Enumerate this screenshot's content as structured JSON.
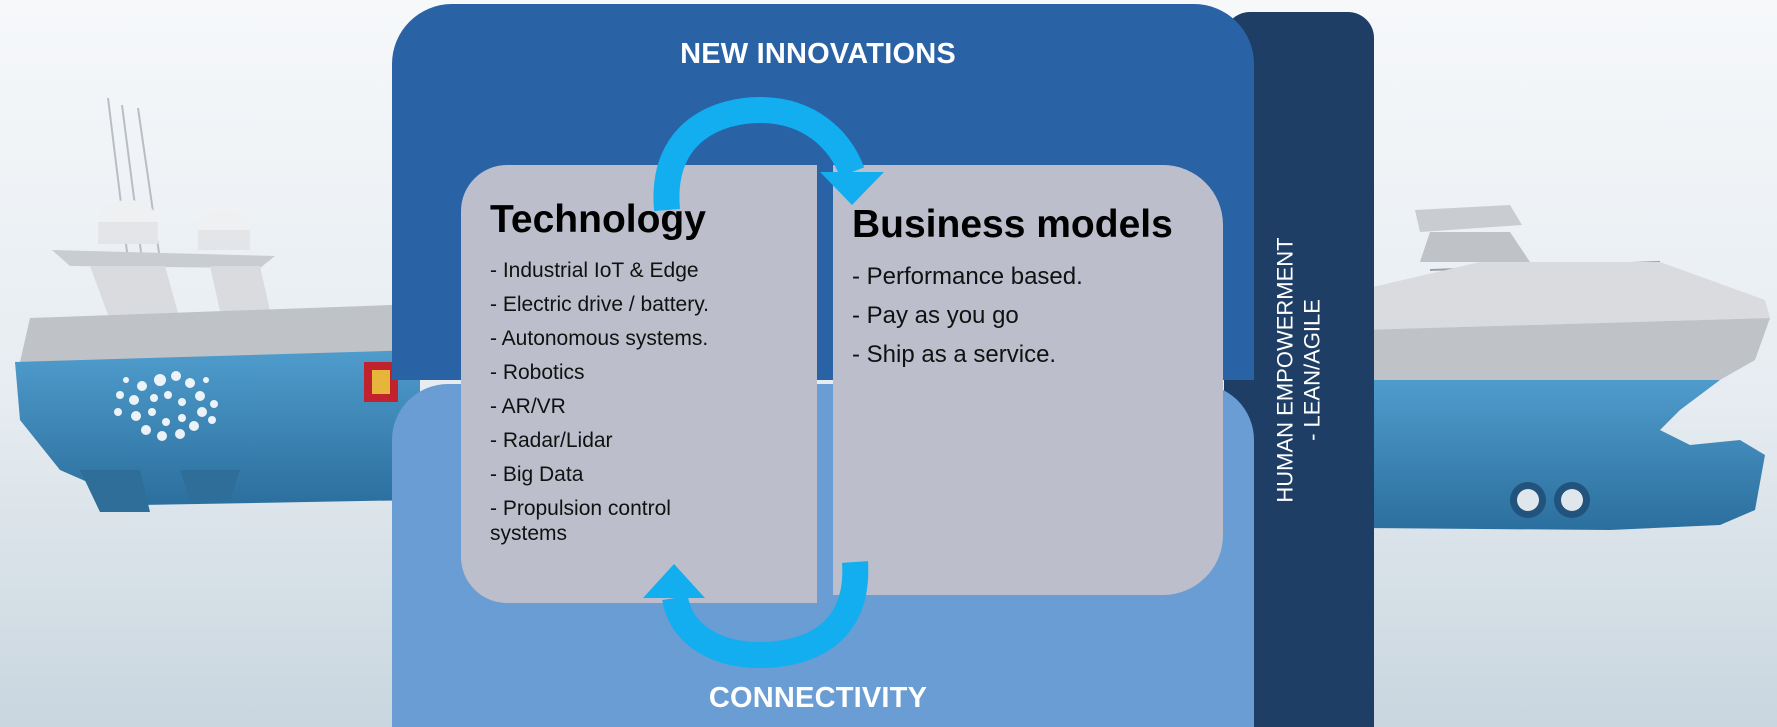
{
  "diagram": {
    "top_heading": "NEW INNOVATIONS",
    "bottom_heading": "CONNECTIVITY",
    "side_label_line1": "HUMAN EMPOWERMENT",
    "side_label_line2": "- LEAN/AGILE",
    "technology": {
      "title": "Technology",
      "items": [
        "- Industrial IoT & Edge",
        "- Electric drive / battery.",
        "- Autonomous systems.",
        "- Robotics",
        "- AR/VR",
        "- Radar/Lidar",
        "- Big Data",
        "- Propulsion control systems"
      ]
    },
    "business_models": {
      "title": "Business models",
      "items": [
        "-  Performance based.",
        "-  Pay as you go",
        "-  Ship as a service."
      ]
    }
  },
  "colors": {
    "innovations_box": "#2a62a6",
    "connectivity_box": "#6a9dd3",
    "side_bar": "#1f3e66",
    "cards": "#bcbfcb",
    "cycle_arrows": "#12aef0"
  },
  "icons": [
    "ship-bow-illustration",
    "ship-stern-illustration",
    "cycle-arrow-top",
    "cycle-arrow-bottom"
  ]
}
